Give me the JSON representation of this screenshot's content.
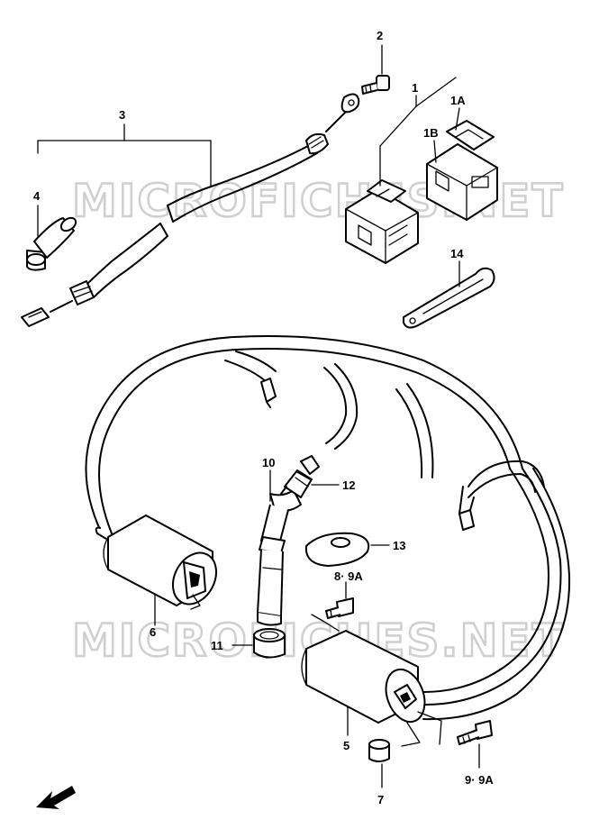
{
  "watermark": "MICROFICHES.NET",
  "callouts": {
    "c1": "1",
    "c1A": "1A",
    "c1B": "1B",
    "c2": "2",
    "c3": "3",
    "c4": "4",
    "c5": "5",
    "c6": "6",
    "c7": "7",
    "c8": "8· 9A",
    "c9": "9· 9A",
    "c10": "10",
    "c11": "11",
    "c12": "12",
    "c13": "13",
    "c14": "14"
  }
}
